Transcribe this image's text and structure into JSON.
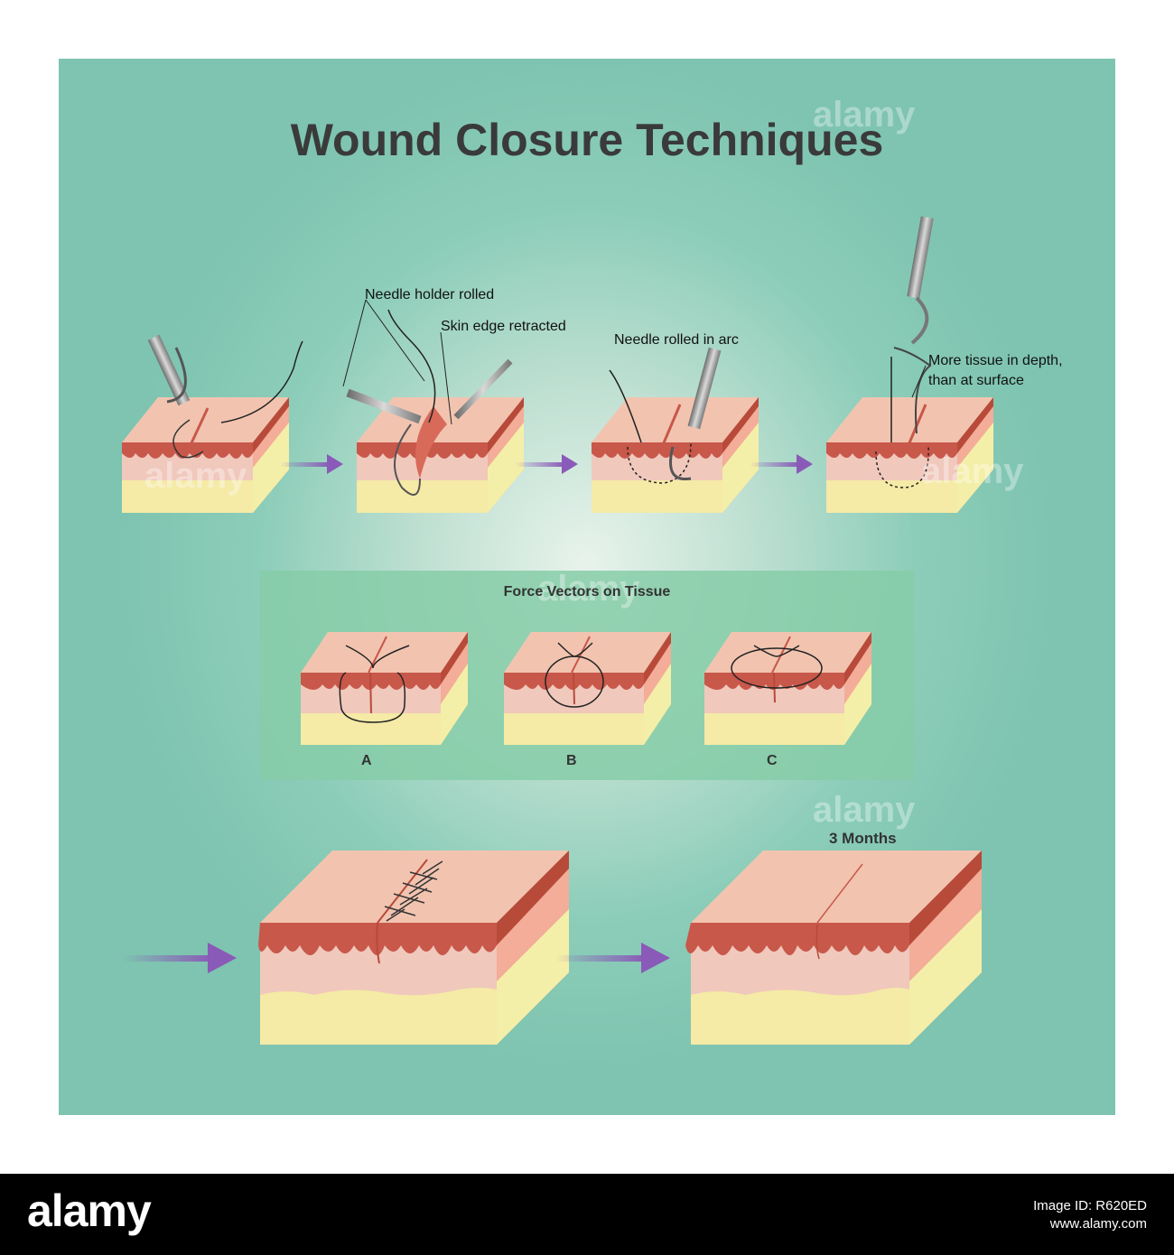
{
  "title": "Wound Closure Techniques",
  "labels": {
    "needle_holder_rolled": "Needle holder rolled",
    "skin_edge_retracted": "Skin edge retracted",
    "needle_rolled_in_arc": "Needle rolled in arc",
    "more_tissue_line1": "More tissue in depth,",
    "more_tissue_line2": "than at surface"
  },
  "force_panel": {
    "title": "Force Vectors on Tissue",
    "options": [
      "A",
      "B",
      "C"
    ]
  },
  "three_months": "3 Months",
  "watermark": "alamy",
  "footer": {
    "logo": "alamy",
    "image_id": "Image ID: R620ED",
    "site": "www.alamy.com"
  },
  "colors": {
    "background": "#7ec4b0",
    "skin_top": "#f2c4b0",
    "dermis": "#f0c8bc",
    "epidermis": "#c8584a",
    "fat": "#f5eaa6",
    "arrow": "#8a5ab8",
    "panel": "#86cda8"
  }
}
